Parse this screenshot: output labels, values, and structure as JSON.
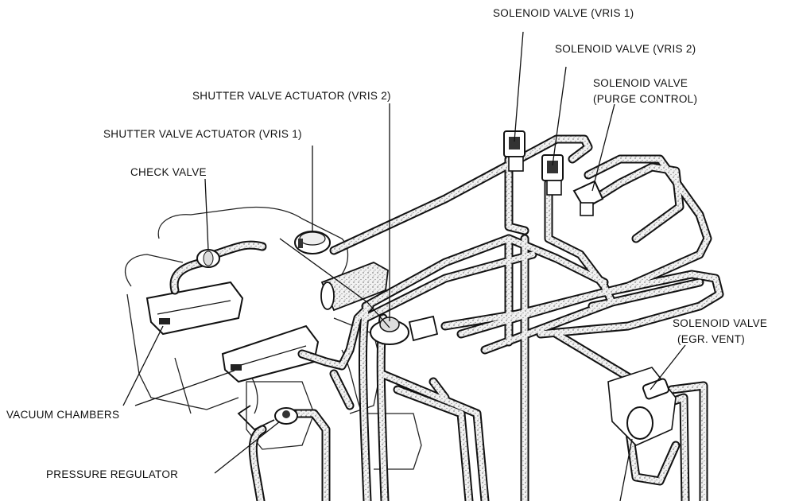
{
  "labels": {
    "solenoid_vris1": "SOLENOID VALVE (VRIS 1)",
    "solenoid_vris2": "SOLENOID VALVE (VRIS 2)",
    "solenoid_purge_line1": "SOLENOID VALVE",
    "solenoid_purge_line2": "(PURGE CONTROL)",
    "shutter_vris2": "SHUTTER VALVE ACTUATOR (VRIS 2)",
    "shutter_vris1": "SHUTTER VALVE ACTUATOR (VRIS 1)",
    "check_valve": "CHECK VALVE",
    "solenoid_egr_line1": "SOLENOID VALVE",
    "solenoid_egr_line2": "(EGR. VENT)",
    "vacuum_chambers": "VACUUM CHAMBERS",
    "pressure_regulator": "PRESSURE REGULATOR"
  },
  "colors": {
    "ink": "#111111",
    "hose_fill": "#e9e9e9",
    "background": "#ffffff"
  }
}
